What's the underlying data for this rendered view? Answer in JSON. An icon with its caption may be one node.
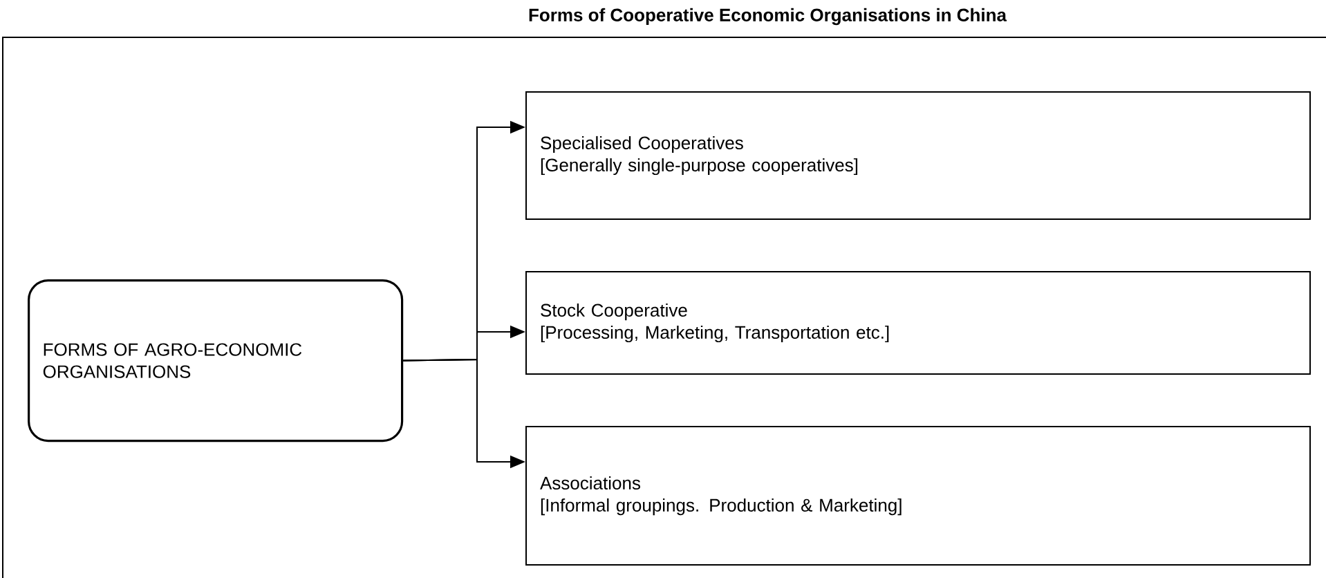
{
  "diagram": {
    "title": "Forms of Cooperative Economic Organisations in China",
    "nodes": [
      {
        "text": [
          "FORMS OF AGRO-ECONOMIC ORGANISATIONS"
        ]
      },
      {
        "text": [
          "Specialised Cooperatives",
          "[Generally single-purpose cooperatives]"
        ]
      },
      {
        "text": [
          "Stock Cooperative",
          "[Processing, Marketing, Transportation etc.]"
        ]
      },
      {
        "text": [
          "Associations",
          "[Informal groupings. Production & Marketing]"
        ]
      }
    ],
    "edges": [
      {
        "from": 0,
        "to": 1,
        "arrow": "to"
      },
      {
        "from": 0,
        "to": 2,
        "arrow": "to"
      },
      {
        "from": 0,
        "to": 3,
        "arrow": "to"
      }
    ]
  }
}
